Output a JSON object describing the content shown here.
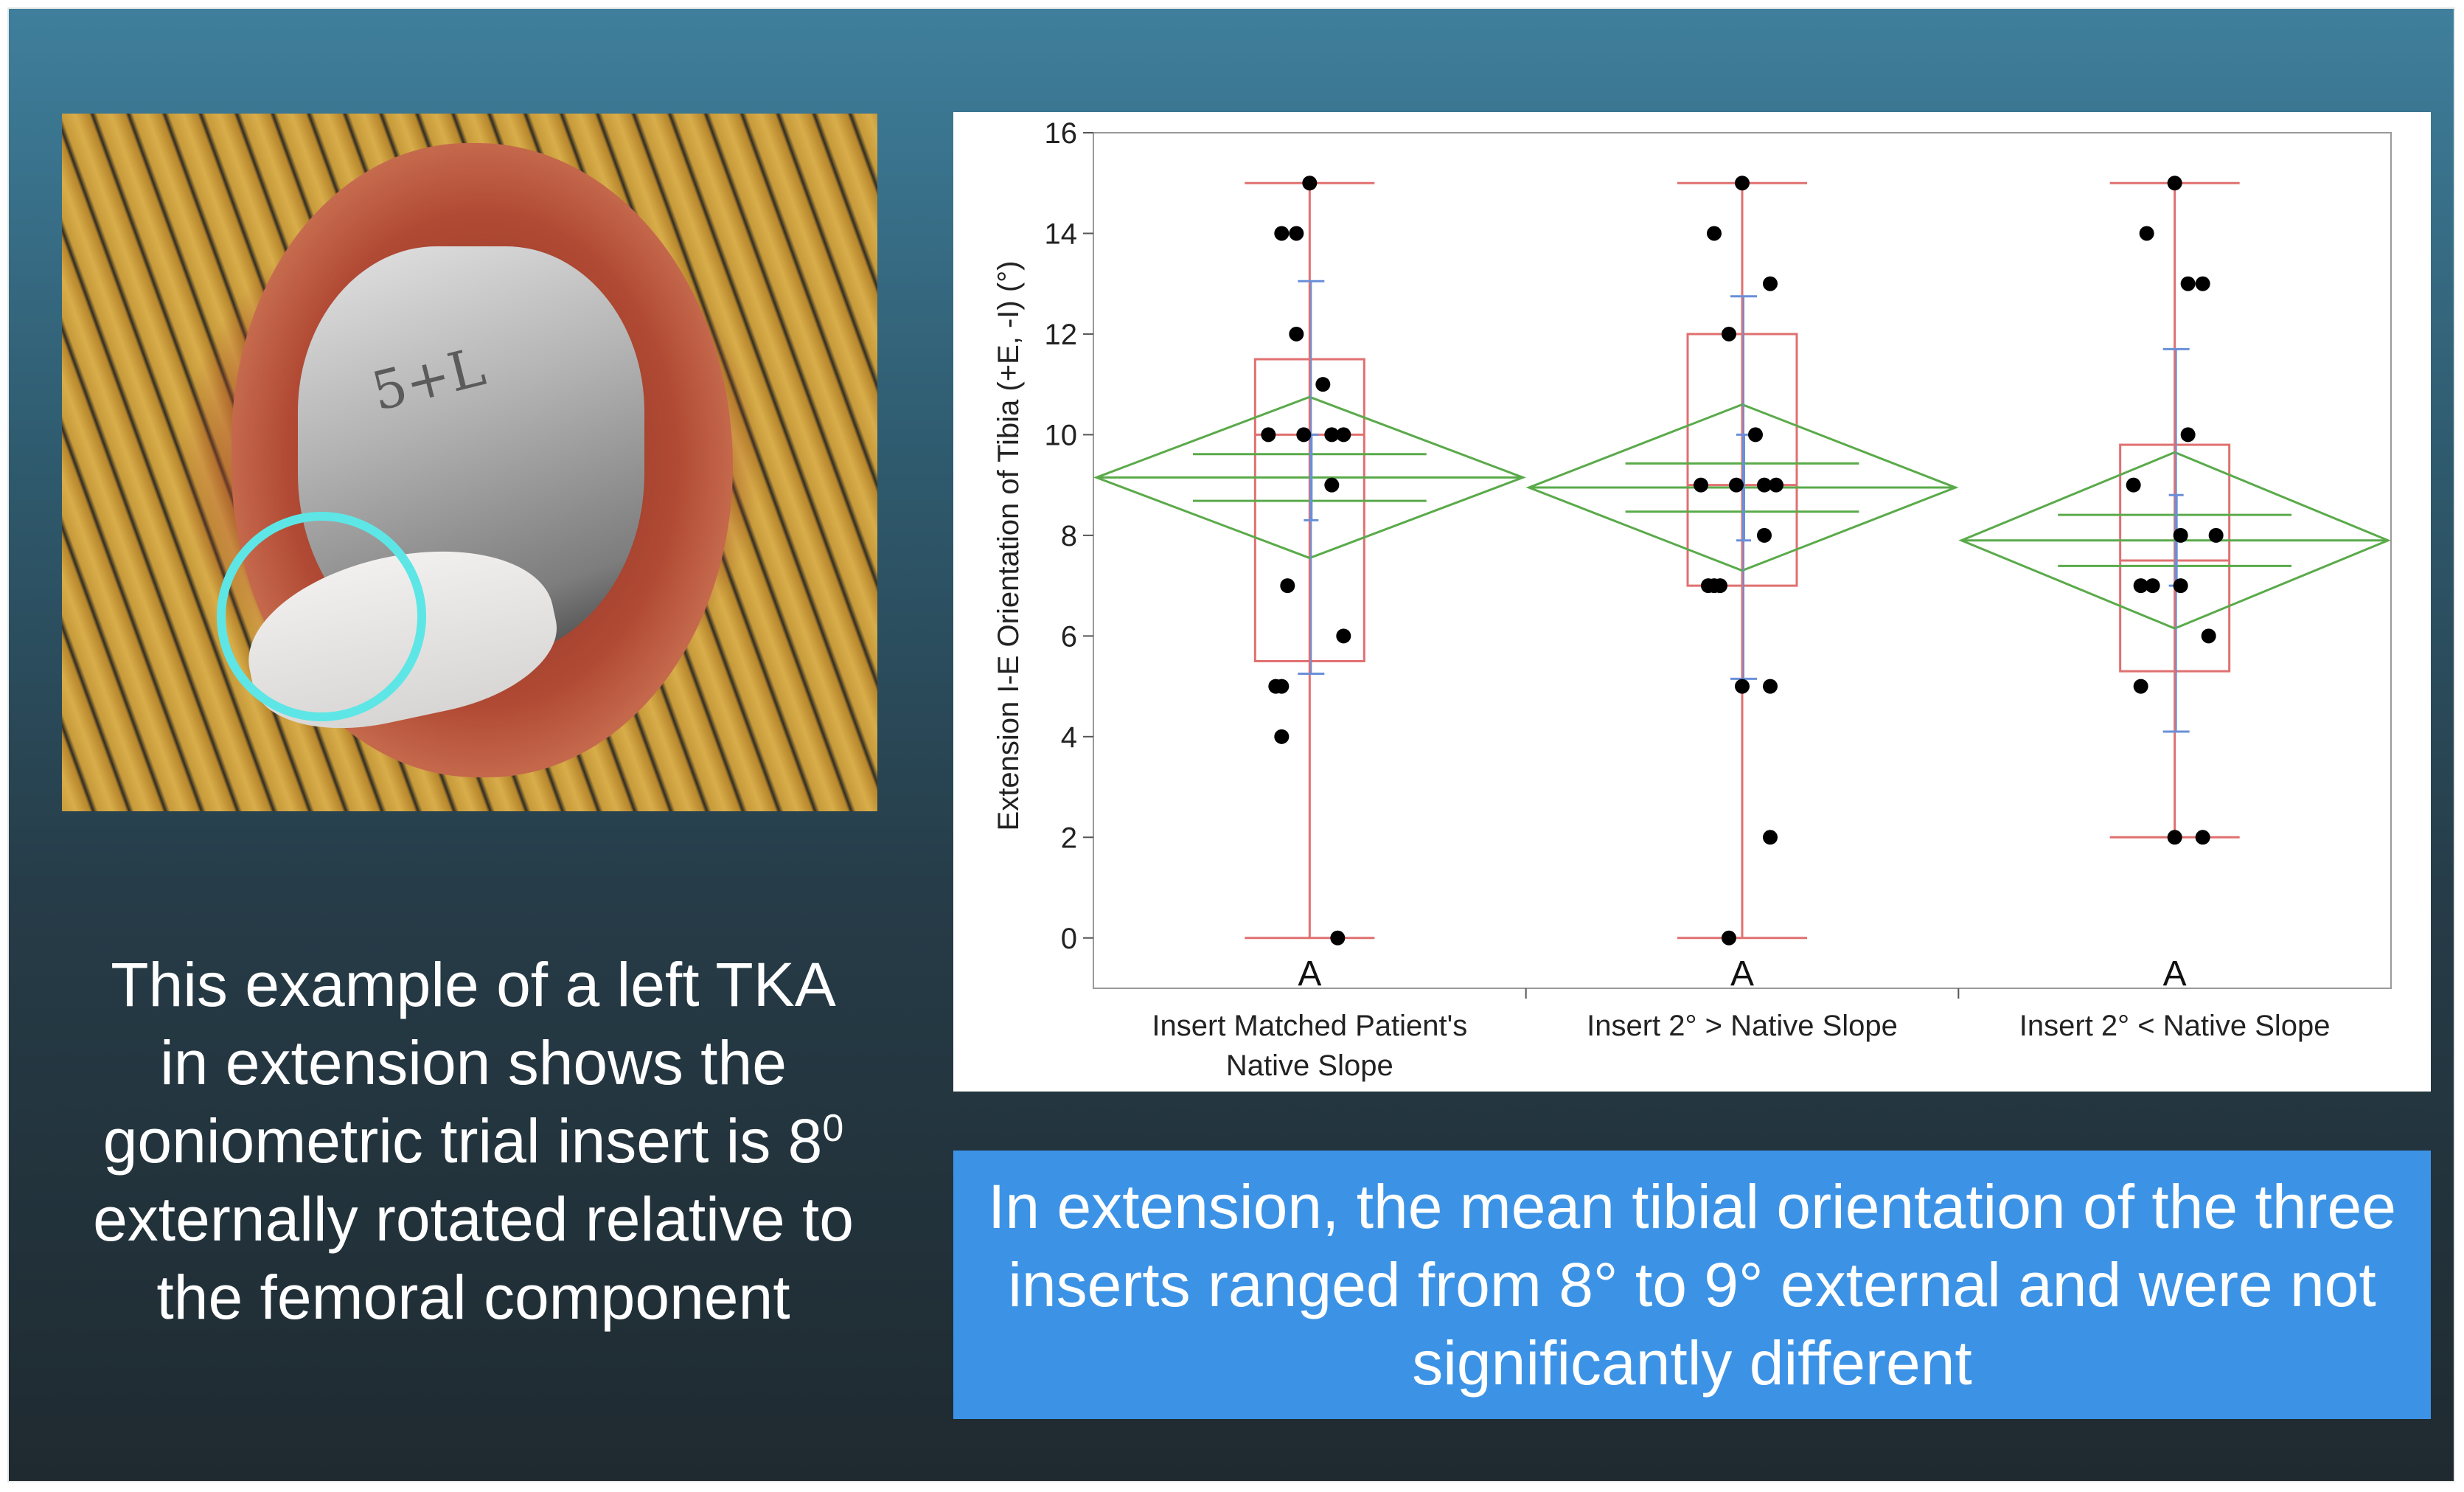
{
  "left_caption": {
    "line1": "This example of a left TKA",
    "line2": "in extension shows the",
    "line3_pre": "goniometric trial insert is 8",
    "line3_sup": "0",
    "line4": "externally rotated relative to",
    "line5": "the femoral component"
  },
  "photo": {
    "implant_mark": "5+L"
  },
  "callout": {
    "text": "In extension, the mean tibial orientation of the three inserts ranged from 8° to 9° external and were not significantly different"
  },
  "colors": {
    "box": "#e07070",
    "diamond": "#5aaa4a",
    "whisker_ci": "#6a8fd8",
    "point": "#000000",
    "callout_bg": "#3c93e6",
    "photo_circle": "#5ee6e6"
  },
  "chart_data": {
    "type": "box",
    "title": "",
    "ylabel": "Extension I-E Orientation of Tibia (+E, -I) (°)",
    "ylim": [
      -1,
      16
    ],
    "yticks": [
      0,
      2,
      4,
      6,
      8,
      10,
      12,
      14,
      16
    ],
    "categories": [
      {
        "line1": "Insert Matched Patient's",
        "line2": "Native Slope"
      },
      {
        "line1": "Insert 2° > Native Slope",
        "line2": ""
      },
      {
        "line1": "Insert 2° < Native Slope",
        "line2": ""
      }
    ],
    "group_letters": [
      "A",
      "A",
      "A"
    ],
    "groups": [
      {
        "min": 0,
        "q1": 5.5,
        "median": 10,
        "q3": 11.5,
        "max": 15,
        "mean": 9.15,
        "ci_low": 7.55,
        "ci_high": 10.75,
        "sd_low": 5.25,
        "sd_high": 13.05,
        "se_low": 8.3,
        "se_high": 10.0,
        "points": [
          15,
          14,
          14,
          12,
          11,
          10,
          10,
          10,
          10,
          9,
          7,
          6,
          5,
          5,
          4,
          0
        ]
      },
      {
        "min": 0,
        "q1": 7,
        "median": 9,
        "q3": 12,
        "max": 15,
        "mean": 8.95,
        "ci_low": 7.3,
        "ci_high": 10.6,
        "sd_low": 5.15,
        "sd_high": 12.75,
        "se_low": 7.9,
        "se_high": 10.0,
        "points": [
          15,
          14,
          13,
          12,
          10,
          9,
          9,
          9,
          9,
          8,
          7,
          7,
          7,
          5,
          5,
          2,
          0
        ]
      },
      {
        "min": 2,
        "q1": 5.3,
        "median": 7.5,
        "q3": 9.8,
        "max": 15,
        "mean": 7.9,
        "ci_low": 6.15,
        "ci_high": 9.65,
        "sd_low": 4.1,
        "sd_high": 11.7,
        "se_low": 7.0,
        "se_high": 8.8,
        "points": [
          15,
          14,
          13,
          13,
          10,
          9,
          8,
          8,
          7,
          7,
          7,
          6,
          5,
          2,
          2
        ]
      }
    ]
  }
}
